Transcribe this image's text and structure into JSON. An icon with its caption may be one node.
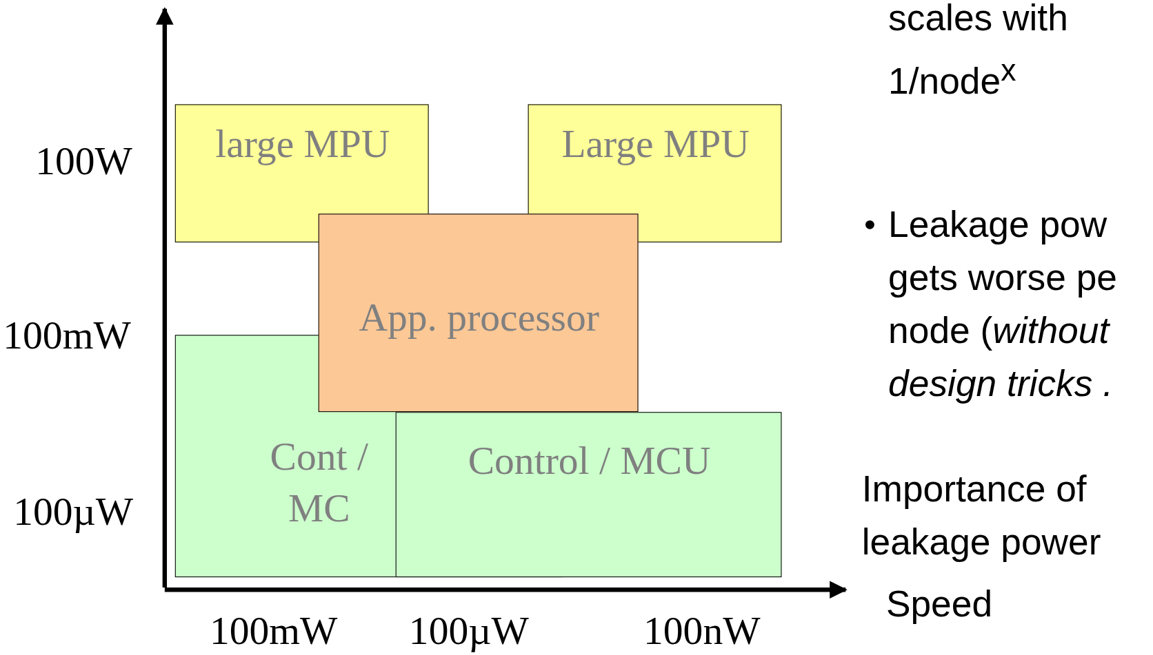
{
  "diagram": {
    "nodes": [
      {
        "text": [
          "large MPU"
        ]
      },
      {
        "text": [
          "Large MPU"
        ]
      },
      {
        "text": [
          "App. processor"
        ]
      },
      {
        "text": [
          "Cont / MC"
        ]
      },
      {
        "text": [
          "Control / MCU"
        ]
      }
    ],
    "edges": [],
    "labels": [
      "scales with 1/node$^{x}$",
      "100W",
      "Leakage pow gets worse pe node (*without design tricks .*",
      "100mW",
      "100µW",
      "Importance of leakage power",
      "Speed",
      "100mW",
      "100µW",
      "100nW"
    ]
  }
}
